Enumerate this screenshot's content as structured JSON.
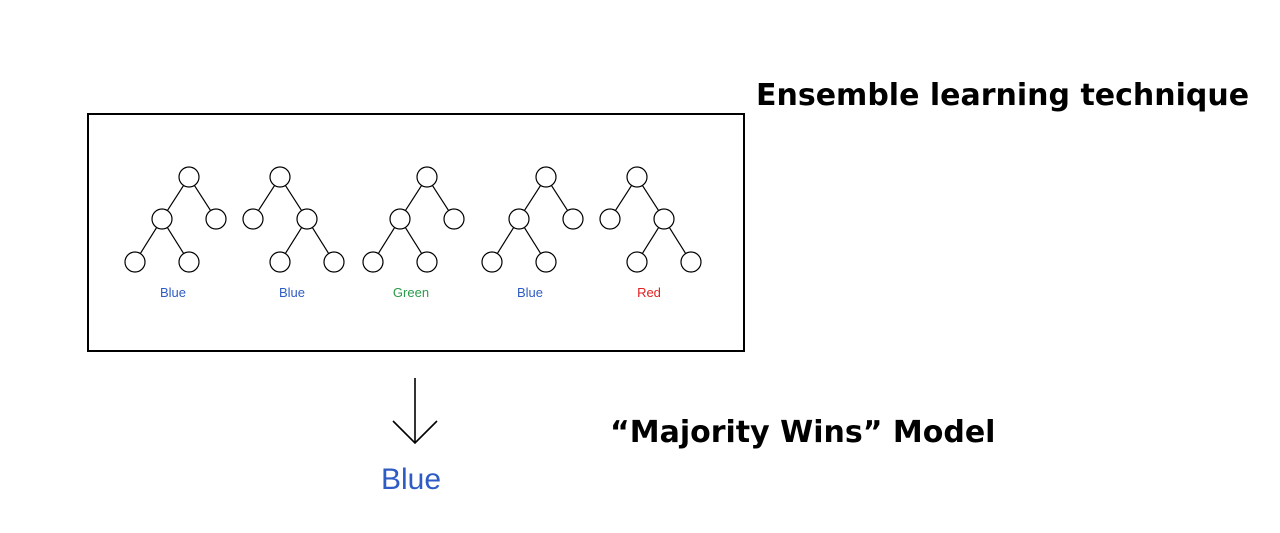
{
  "title": "Ensemble learning technique",
  "model_label": "“Majority Wins” Model",
  "trees": [
    {
      "label": "Blue",
      "color": "#2f5cc4",
      "shape": "left-deep"
    },
    {
      "label": "Blue",
      "color": "#2f5cc4",
      "shape": "right-deep"
    },
    {
      "label": "Green",
      "color": "#2a9a4a",
      "shape": "left-deep"
    },
    {
      "label": "Blue",
      "color": "#2f5cc4",
      "shape": "left-deep"
    },
    {
      "label": "Red",
      "color": "#e02020",
      "shape": "right-deep"
    }
  ],
  "arrow_icon": "down-arrow-icon",
  "result": {
    "label": "Blue",
    "color": "#2f5cc4"
  }
}
